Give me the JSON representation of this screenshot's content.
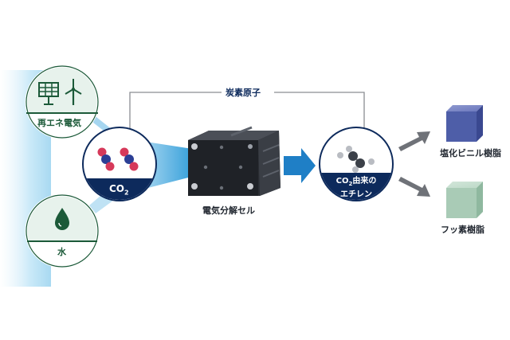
{
  "sources": {
    "renewable": {
      "label": "再エネ電気",
      "icons": [
        "solar-panel-icon",
        "wind-turbine-icon"
      ]
    },
    "water": {
      "label": "水",
      "icons": [
        "water-drop-icon"
      ]
    }
  },
  "co2": {
    "label_main": "CO",
    "label_sub": "2",
    "icons": [
      "co2-molecule-icon",
      "co2-molecule-icon"
    ]
  },
  "cell": {
    "label": "電気分解セル"
  },
  "carbon_path": {
    "label": "炭素原子"
  },
  "ethylene": {
    "line1_main": "CO",
    "line1_sub": "2",
    "line1_rest": "由来の",
    "line2": "エチレン",
    "icons": [
      "ethylene-molecule-icon"
    ]
  },
  "products": [
    {
      "label": "塩化ビニル樹脂",
      "color": "#4e5ea8"
    },
    {
      "label": "フッ素樹脂",
      "color": "#a9cbb6"
    }
  ],
  "colors": {
    "navy": "#0d2a5c",
    "green_dark": "#1c5a39",
    "green_light": "#e7f2ec",
    "arrow_blue": "#1f7fc6",
    "gray": "#6f7278"
  }
}
